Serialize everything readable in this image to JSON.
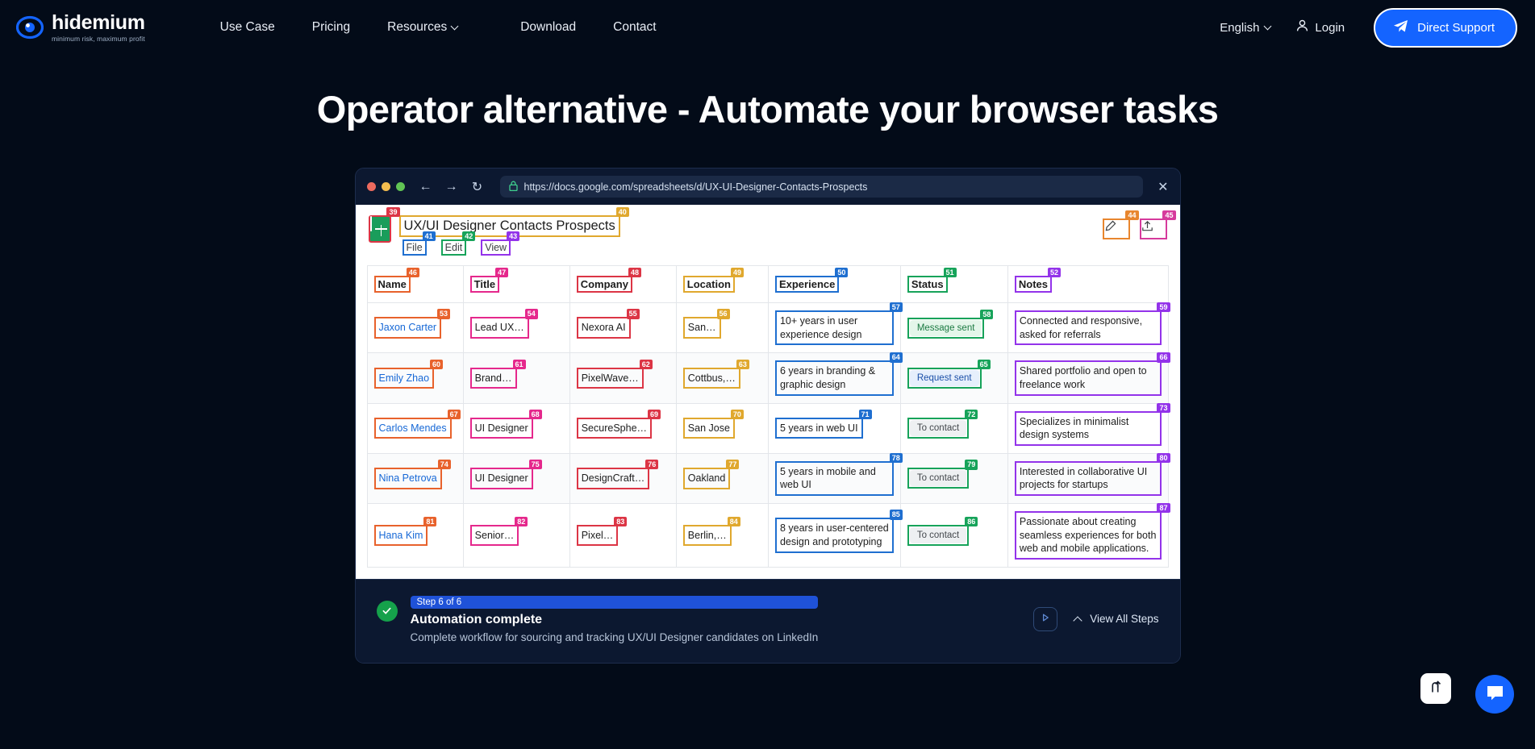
{
  "nav": {
    "logo": {
      "name": "hidemium",
      "tagline": "minimum risk, maximum profit",
      "icon": "hidemium-logo-icon"
    },
    "links": [
      "Use Case",
      "Pricing",
      "Resources",
      "Download",
      "Contact"
    ],
    "language": "English",
    "login": "Login",
    "support": "Direct Support"
  },
  "hero": {
    "title": "Operator alternative - Automate your browser tasks"
  },
  "browser": {
    "url": "https://docs.google.com/spreadsheets/d/UX-UI-Designer-Contacts-Prospects",
    "lock_icon": "lock-icon",
    "back_icon": "back-arrow-icon",
    "forward_icon": "forward-arrow-icon",
    "reload_icon": "reload-icon",
    "close_icon": "close-icon"
  },
  "sheet": {
    "app_icon": "google-sheets-icon",
    "title": "UX/UI Designer Contacts Prospects",
    "menu": [
      "File",
      "Edit",
      "View"
    ],
    "actions": [
      {
        "name": "edit-pencil-icon",
        "badge": "44",
        "color": "#e8862e"
      },
      {
        "name": "share-upload-icon",
        "badge": "45",
        "color": "#d63a9c"
      }
    ],
    "badges": {
      "app_icon": "39",
      "title": "40",
      "file": "41",
      "edit": "42",
      "view": "43"
    }
  },
  "table": {
    "headers": [
      {
        "label": "Name",
        "badge": "46",
        "color": "#e8622c"
      },
      {
        "label": "Title",
        "badge": "47",
        "color": "#e5288c"
      },
      {
        "label": "Company",
        "badge": "48",
        "color": "#dc3545"
      },
      {
        "label": "Location",
        "badge": "49",
        "color": "#e0a82e"
      },
      {
        "label": "Experience",
        "badge": "50",
        "color": "#1f6fd0"
      },
      {
        "label": "Status",
        "badge": "51",
        "color": "#17a35a"
      },
      {
        "label": "Notes",
        "badge": "52",
        "color": "#9333ea"
      }
    ],
    "rows": [
      {
        "name": "Jaxon Carter",
        "name_badge": "53",
        "title": "Lead UX…",
        "title_badge": "54",
        "company": "Nexora AI",
        "company_badge": "55",
        "location": "San…",
        "location_badge": "56",
        "experience": "10+ years in user experience design",
        "experience_badge": "57",
        "status": "Message sent",
        "status_badge": "58",
        "status_style": "chip-green",
        "notes": "Connected and responsive, asked for referrals",
        "notes_badge": "59"
      },
      {
        "name": "Emily Zhao",
        "name_badge": "60",
        "title": "Brand…",
        "title_badge": "61",
        "company": "PixelWave…",
        "company_badge": "62",
        "location": "Cottbus,…",
        "location_badge": "63",
        "experience": "6 years in branding & graphic design",
        "experience_badge": "64",
        "status": "Request sent",
        "status_badge": "65",
        "status_style": "chip-blue",
        "notes": "Shared portfolio and open to freelance work",
        "notes_badge": "66"
      },
      {
        "name": "Carlos Mendes",
        "name_badge": "67",
        "title": "UI Designer",
        "title_badge": "68",
        "company": "SecureSphe…",
        "company_badge": "69",
        "location": "San Jose",
        "location_badge": "70",
        "experience": "5 years in web UI",
        "experience_badge": "71",
        "status": "To contact",
        "status_badge": "72",
        "status_style": "chip-gray",
        "notes": "Specializes in minimalist design systems",
        "notes_badge": "73"
      },
      {
        "name": "Nina Petrova",
        "name_badge": "74",
        "title": "UI Designer",
        "title_badge": "75",
        "company": "DesignCraft…",
        "company_badge": "76",
        "location": "Oakland",
        "location_badge": "77",
        "experience": "5 years in mobile and web UI",
        "experience_badge": "78",
        "status": "To contact",
        "status_badge": "79",
        "status_style": "chip-gray",
        "notes": "Interested in collaborative UI projects for startups",
        "notes_badge": "80"
      },
      {
        "name": "Hana Kim",
        "name_badge": "81",
        "title": "Senior…",
        "title_badge": "82",
        "company": "Pixel…",
        "company_badge": "83",
        "location": "Berlin,…",
        "location_badge": "84",
        "experience": "8 years in user-centered design and prototyping",
        "experience_badge": "85",
        "status": "To contact",
        "status_badge": "86",
        "status_style": "chip-gray",
        "notes": "Passionate about creating seamless experiences for both web and mobile applications.",
        "notes_badge": "87"
      }
    ]
  },
  "status": {
    "step_badge": "Step 6 of 6",
    "title": "Automation complete",
    "description": "Complete workflow for sourcing and tracking UX/UI Designer candidates on LinkedIn",
    "check_icon": "check-circle-icon",
    "play_icon": "play-icon",
    "view_all_steps": "View All Steps"
  },
  "floating": {
    "scroll_top_icon": "scroll-to-top-icon",
    "chat_icon": "chat-bubble-icon"
  },
  "colors": {
    "page_bg": "#030b18",
    "accent": "#1464ff",
    "panel": "#0c1830"
  }
}
